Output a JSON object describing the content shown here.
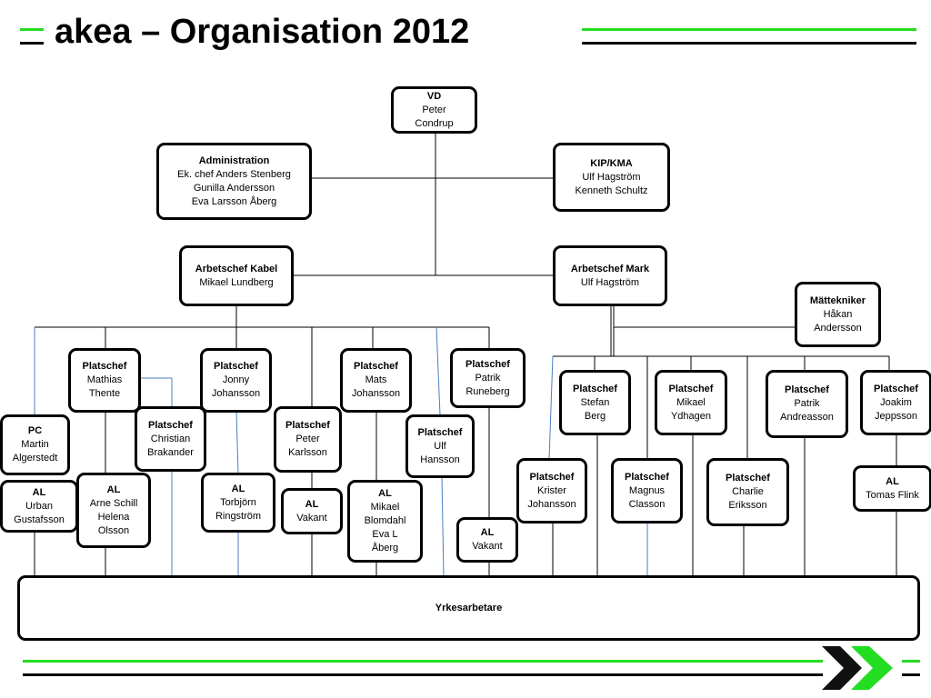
{
  "header": {
    "title": "akea – Organisation 2012"
  },
  "colors": {
    "accent": "#22dd22",
    "line": "#000000",
    "blue_line": "#4a7fc1"
  },
  "boxes": {
    "vd": {
      "title": "VD",
      "lines": [
        "Peter",
        "Condrup"
      ]
    },
    "admin": {
      "title": "Administration",
      "lines": [
        "Ek. chef Anders Stenberg",
        "Gunilla Andersson",
        "Eva Larsson Åberg"
      ]
    },
    "kip": {
      "title": "KIP/KMA",
      "lines": [
        "Ulf Hagström",
        "Kenneth Schultz"
      ]
    },
    "ac_kabel": {
      "title": "Arbetschef Kabel",
      "lines": [
        "Mikael Lundberg"
      ]
    },
    "ac_mark": {
      "title": "Arbetschef Mark",
      "lines": [
        "Ulf Hagström"
      ]
    },
    "matt": {
      "title": "Mättekniker",
      "lines": [
        "Håkan",
        "Andersson"
      ]
    },
    "pc": {
      "title": "PC",
      "lines": [
        "Martin",
        "Algerstedt"
      ]
    },
    "al_urban": {
      "title": "AL",
      "lines": [
        "Urban",
        "Gustafsson"
      ]
    },
    "pc_mathias": {
      "title": "Platschef",
      "lines": [
        "Mathias",
        "Thente"
      ]
    },
    "al_arne": {
      "title": "AL",
      "lines": [
        "Arne Schill",
        "Helena",
        "Olsson"
      ]
    },
    "pc_christian": {
      "title": "Platschef",
      "lines": [
        "Christian",
        "Brakander"
      ]
    },
    "pc_jonny": {
      "title": "Platschef",
      "lines": [
        "Jonny",
        "Johansson"
      ]
    },
    "al_torbjorn": {
      "title": "AL",
      "lines": [
        "Torbjörn",
        "Ringström"
      ]
    },
    "pc_peter": {
      "title": "Platschef",
      "lines": [
        "Peter",
        "Karlsson"
      ]
    },
    "al_vakant1": {
      "title": "AL",
      "lines": [
        "Vakant"
      ]
    },
    "pc_mats": {
      "title": "Platschef",
      "lines": [
        "Mats",
        "Johansson"
      ]
    },
    "al_mikael": {
      "title": "AL",
      "lines": [
        "Mikael",
        "Blomdahl",
        "Eva L",
        "Åberg"
      ]
    },
    "pc_ulf": {
      "title": "Platschef",
      "lines": [
        "Ulf",
        "Hansson"
      ]
    },
    "pc_patrik_r": {
      "title": "Platschef",
      "lines": [
        "Patrik",
        "Runeberg"
      ]
    },
    "al_vakant2": {
      "title": "AL",
      "lines": [
        "Vakant"
      ]
    },
    "pc_stefan": {
      "title": "Platschef",
      "lines": [
        "Stefan",
        "Berg"
      ]
    },
    "pc_krister": {
      "title": "Platschef",
      "lines": [
        "Krister",
        "Johansson"
      ]
    },
    "pc_mikael_y": {
      "title": "Platschef",
      "lines": [
        "Mikael",
        "Ydhagen"
      ]
    },
    "pc_magnus": {
      "title": "Platschef",
      "lines": [
        "Magnus",
        "Classon"
      ]
    },
    "pc_charlie": {
      "title": "Platschef",
      "lines": [
        "Charlie",
        "Eriksson"
      ]
    },
    "pc_patrik_a": {
      "title": "Platschef",
      "lines": [
        "Patrik",
        "Andreasson"
      ]
    },
    "pc_joakim": {
      "title": "Platschef",
      "lines": [
        "Joakim",
        "Jeppsson"
      ]
    },
    "al_tomas": {
      "title": "AL",
      "lines": [
        "Tomas Flink"
      ]
    },
    "yrkes": {
      "title": "Yrkesarbetare",
      "lines": []
    }
  }
}
